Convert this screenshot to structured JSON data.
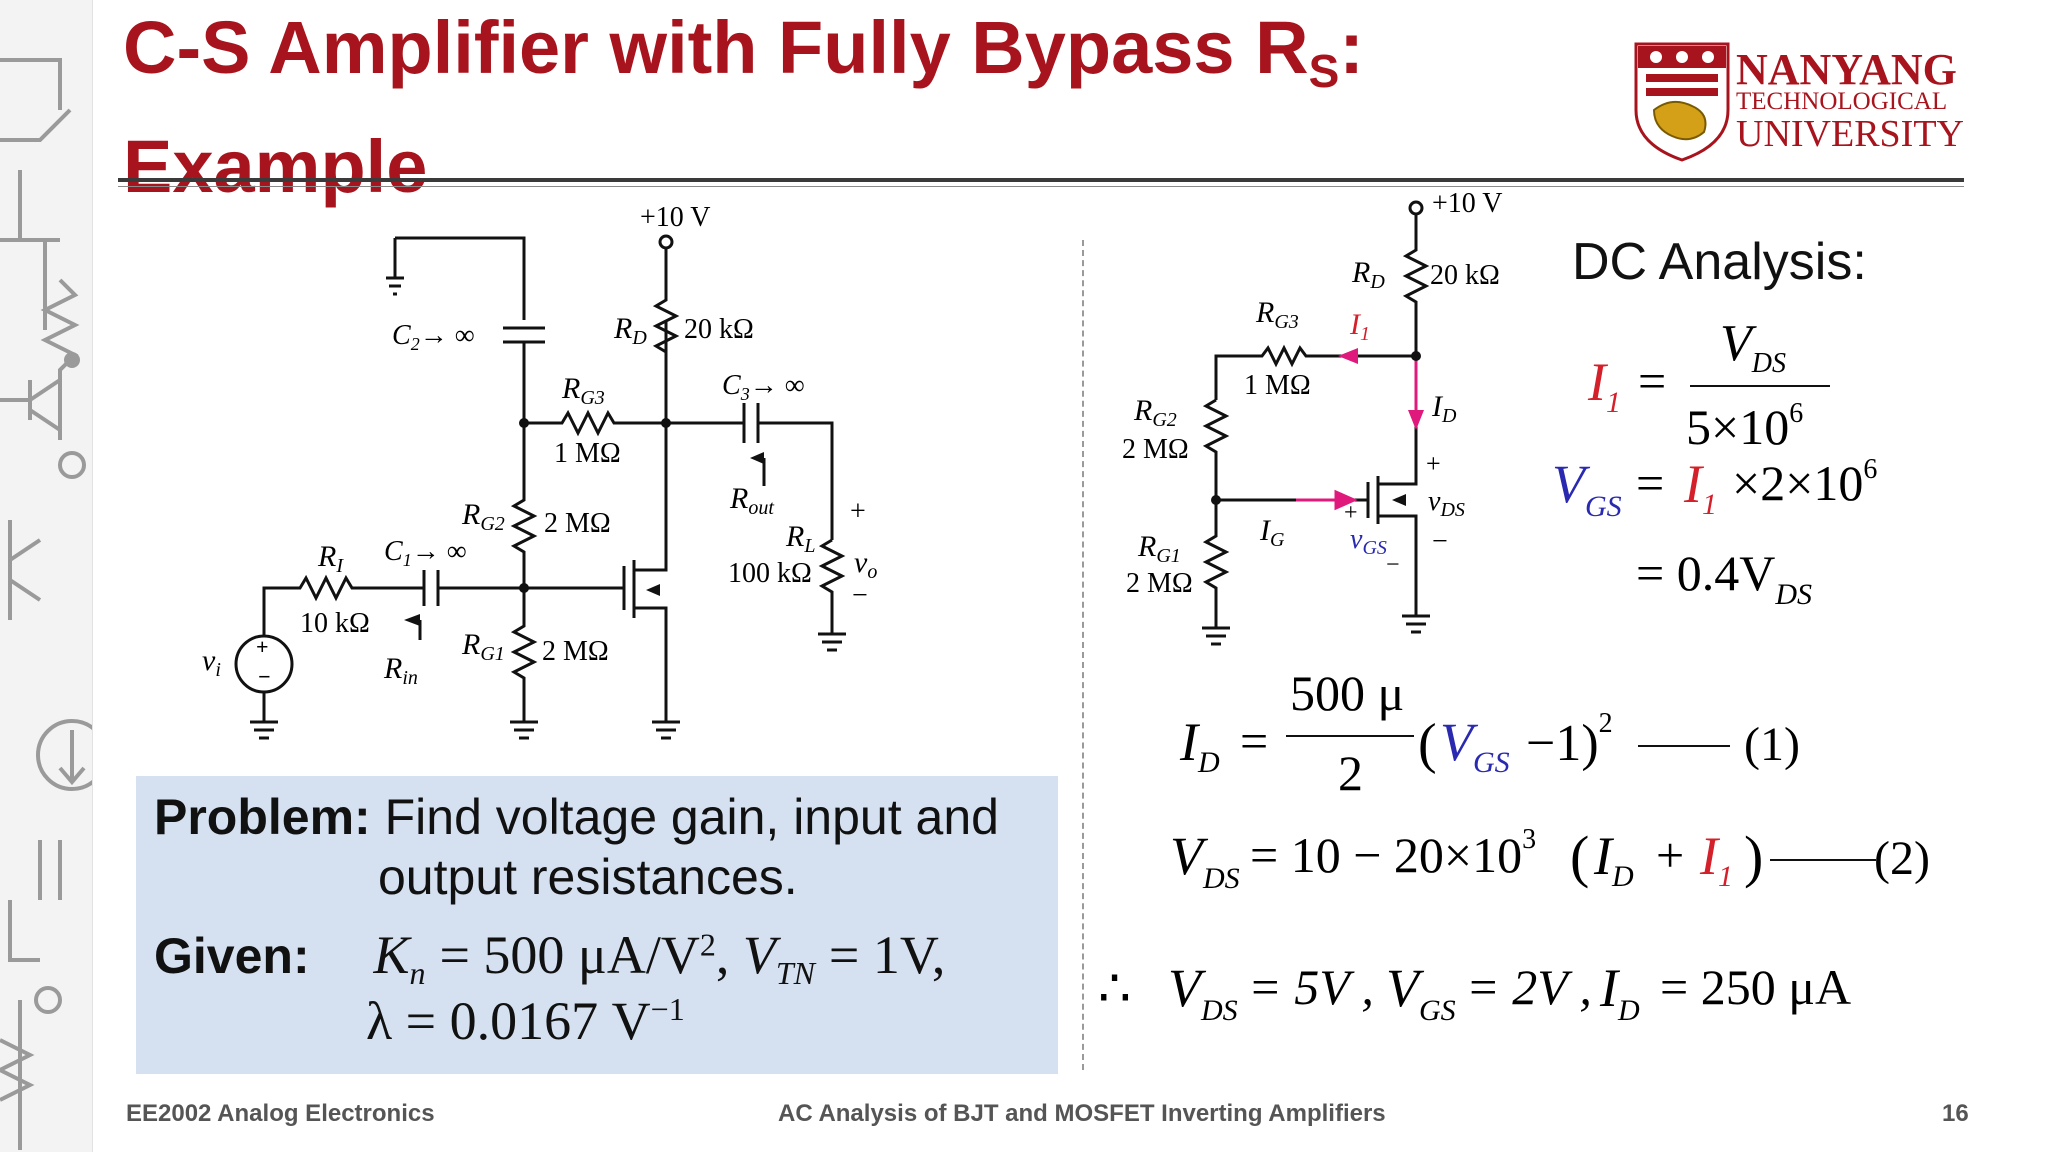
{
  "title": {
    "line1": "C-S Amplifier with Fully Bypass R",
    "line1_sub": "S",
    "line1_end": ":",
    "line2": "Example"
  },
  "logo": {
    "line1": "NANYANG",
    "line2": "TECHNOLOGICAL",
    "line3": "UNIVERSITY"
  },
  "circuit_left": {
    "supply": "+10 V",
    "rd_label": "R",
    "rd_sub": "D",
    "rd_value": "20 kΩ",
    "c2_label": "C",
    "c2_sub": "2",
    "c2_tail": "→ ∞",
    "c3_label": "C",
    "c3_sub": "3",
    "c3_tail": "→ ∞",
    "rg3_label": "R",
    "rg3_sub": "G3",
    "rg3_value": "1 MΩ",
    "rout_label": "R",
    "rout_sub": "out",
    "rg2_label": "R",
    "rg2_sub": "G2",
    "rg2_value": "2 MΩ",
    "ri_label": "R",
    "ri_sub": "I",
    "ri_value": "10 kΩ",
    "c1_label": "C",
    "c1_sub": "1",
    "c1_tail": "→ ∞",
    "rl_label": "R",
    "rl_sub": "L",
    "rl_value": "100 kΩ",
    "vo_label": "v",
    "vo_sub": "o",
    "plus": "+",
    "minus": "−",
    "vi_label": "v",
    "vi_sub": "i",
    "rg1_label": "R",
    "rg1_sub": "G1",
    "rg1_value": "2 MΩ",
    "rin_label": "R",
    "rin_sub": "in"
  },
  "circuit_right": {
    "supply": "+10 V",
    "rd_label": "R",
    "rd_sub": "D",
    "rd_value": "20 kΩ",
    "rg3_label": "R",
    "rg3_sub": "G3",
    "rg3_value": "1 MΩ",
    "i1_label": "I",
    "i1_sub": "1",
    "id_label": "I",
    "id_sub": "D",
    "rg2_label": "R",
    "rg2_sub": "G2",
    "rg2_value": "2 MΩ",
    "vds_label": "v",
    "vds_sub": "DS",
    "ig_label": "I",
    "ig_sub": "G",
    "vgs_label": "v",
    "vgs_sub": "GS",
    "rg1_label": "R",
    "rg1_sub": "G1",
    "rg1_value": "2 MΩ",
    "plus": "+",
    "minus": "−"
  },
  "problem": {
    "label": "Problem:",
    "text_line1": "Find voltage gain, input and",
    "text_line2": "output resistances.",
    "given_label": "Given:",
    "kn": "K",
    "kn_sub": "n",
    "kn_value": "= 500 μA/V",
    "kn_exp": "2",
    "vtn_sep": ", ",
    "vtn": "V",
    "vtn_sub": "TN",
    "vtn_value": "= 1V,",
    "lambda": "λ = 0.0167 V",
    "lambda_exp": "−1"
  },
  "dc_analysis": {
    "title": "DC Analysis:",
    "eq_i1_lhs": "I",
    "eq_i1_lhs_sub": "1",
    "eq_i1_num": "V",
    "eq_i1_num_sub": "DS",
    "eq_i1_den": "5×10",
    "eq_i1_den_exp": "6",
    "eq_vgs_lhs": "V",
    "eq_vgs_lhs_sub": "GS",
    "eq_vgs_rhs_a": "I",
    "eq_vgs_rhs_a_sub": "1",
    "eq_vgs_rhs_b": "×2×10",
    "eq_vgs_rhs_b_exp": "6",
    "eq_vgs_line2": "= 0.4V",
    "eq_vgs_line2_sub": "DS",
    "eq1_lhs": "I",
    "eq1_lhs_sub": "D",
    "eq1_num": "500 μ",
    "eq1_den": "2",
    "eq1_paren_v": "V",
    "eq1_paren_v_sub": "GS",
    "eq1_paren_rest": "−1)",
    "eq1_exp": "2",
    "eq1_tag": "(1)",
    "eq2_lhs": "V",
    "eq2_lhs_sub": "DS",
    "eq2_rhs": "= 10 − 20×10",
    "eq2_rhs_exp": "3",
    "eq2_id": "I",
    "eq2_id_sub": "D",
    "eq2_plus": "+",
    "eq2_i1": "I",
    "eq2_i1_sub": "1",
    "eq2_tag": "(2)",
    "result_therefore": "∴",
    "result_vds": "V",
    "result_vds_sub": "DS",
    "result_vds_val": "= 5V ,",
    "result_vgs": "V",
    "result_vgs_sub": "GS",
    "result_vgs_val": "= 2V ,",
    "result_id": "I",
    "result_id_sub": "D",
    "result_id_val": "= 250 μA"
  },
  "footer": {
    "left": "EE2002 Analog Electronics",
    "center": "AC Analysis of BJT and MOSFET Inverting Amplifiers",
    "page": "16"
  },
  "colors": {
    "title_red": "#a8141d",
    "eq_red": "#d4202a",
    "eq_blue": "#2a2ab0",
    "arrow_magenta": "#e0197d",
    "problem_bg": "#d5e1f0"
  }
}
